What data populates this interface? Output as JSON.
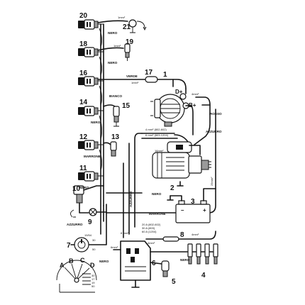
{
  "numbers": {
    "n1": "1",
    "n2": "2",
    "n3": "3",
    "n4": "4",
    "n5": "5",
    "n6": "6",
    "n7": "7",
    "n8": "8",
    "n9": "9",
    "n10": "10",
    "n11": "11",
    "n12": "12",
    "n13": "13",
    "n14": "14",
    "n15": "15",
    "n16": "16",
    "n17": "17",
    "n18": "18",
    "n19": "19",
    "n20": "20",
    "n21": "21"
  },
  "wire_labels": {
    "nero": "NERO",
    "verde": "VERDE",
    "bianco": "BIANCO",
    "marrone": "MARRONE",
    "azzurro": "AZZURRO",
    "rosso": "ROSSO"
  },
  "sections": {
    "s1mm": "1mm²",
    "s4mm": "4mm²",
    "s16mm": "16mm²",
    "s25mm": "25mm²",
    "s6mm": "6mm²",
    "s4mm_802": "4 mm² (802-602)",
    "s6mm_803": "6 mm² (803-1204)",
    "s8mm": "8 mm²"
  },
  "fuses": {
    "f20a": "20 A (802-602)",
    "f30a": "30 A (803)",
    "f60a": "60 A (1204)"
  },
  "terminals": {
    "d_plus": "D+",
    "b_plus": "B+",
    "plus": "+",
    "minus": "–",
    "t1954": "19/54",
    "t30": "30",
    "t50": "50",
    "t17": "17",
    "t19": "19"
  },
  "switch_letters": {
    "a": "A",
    "b": "B",
    "c": "C",
    "d": "D"
  },
  "colors": {
    "ink": "#151515",
    "paper": "#ffffff",
    "gray": "#9a9a9a"
  },
  "icons": {
    "alternator": "alternator-icon",
    "starter": "starter-motor-icon",
    "battery": "battery-icon",
    "glow_plug": "glow-plug-icon",
    "ground": "ground-icon",
    "switch": "ignition-switch-icon",
    "lamp": "lamp-icon",
    "sender": "sensor-icon"
  }
}
